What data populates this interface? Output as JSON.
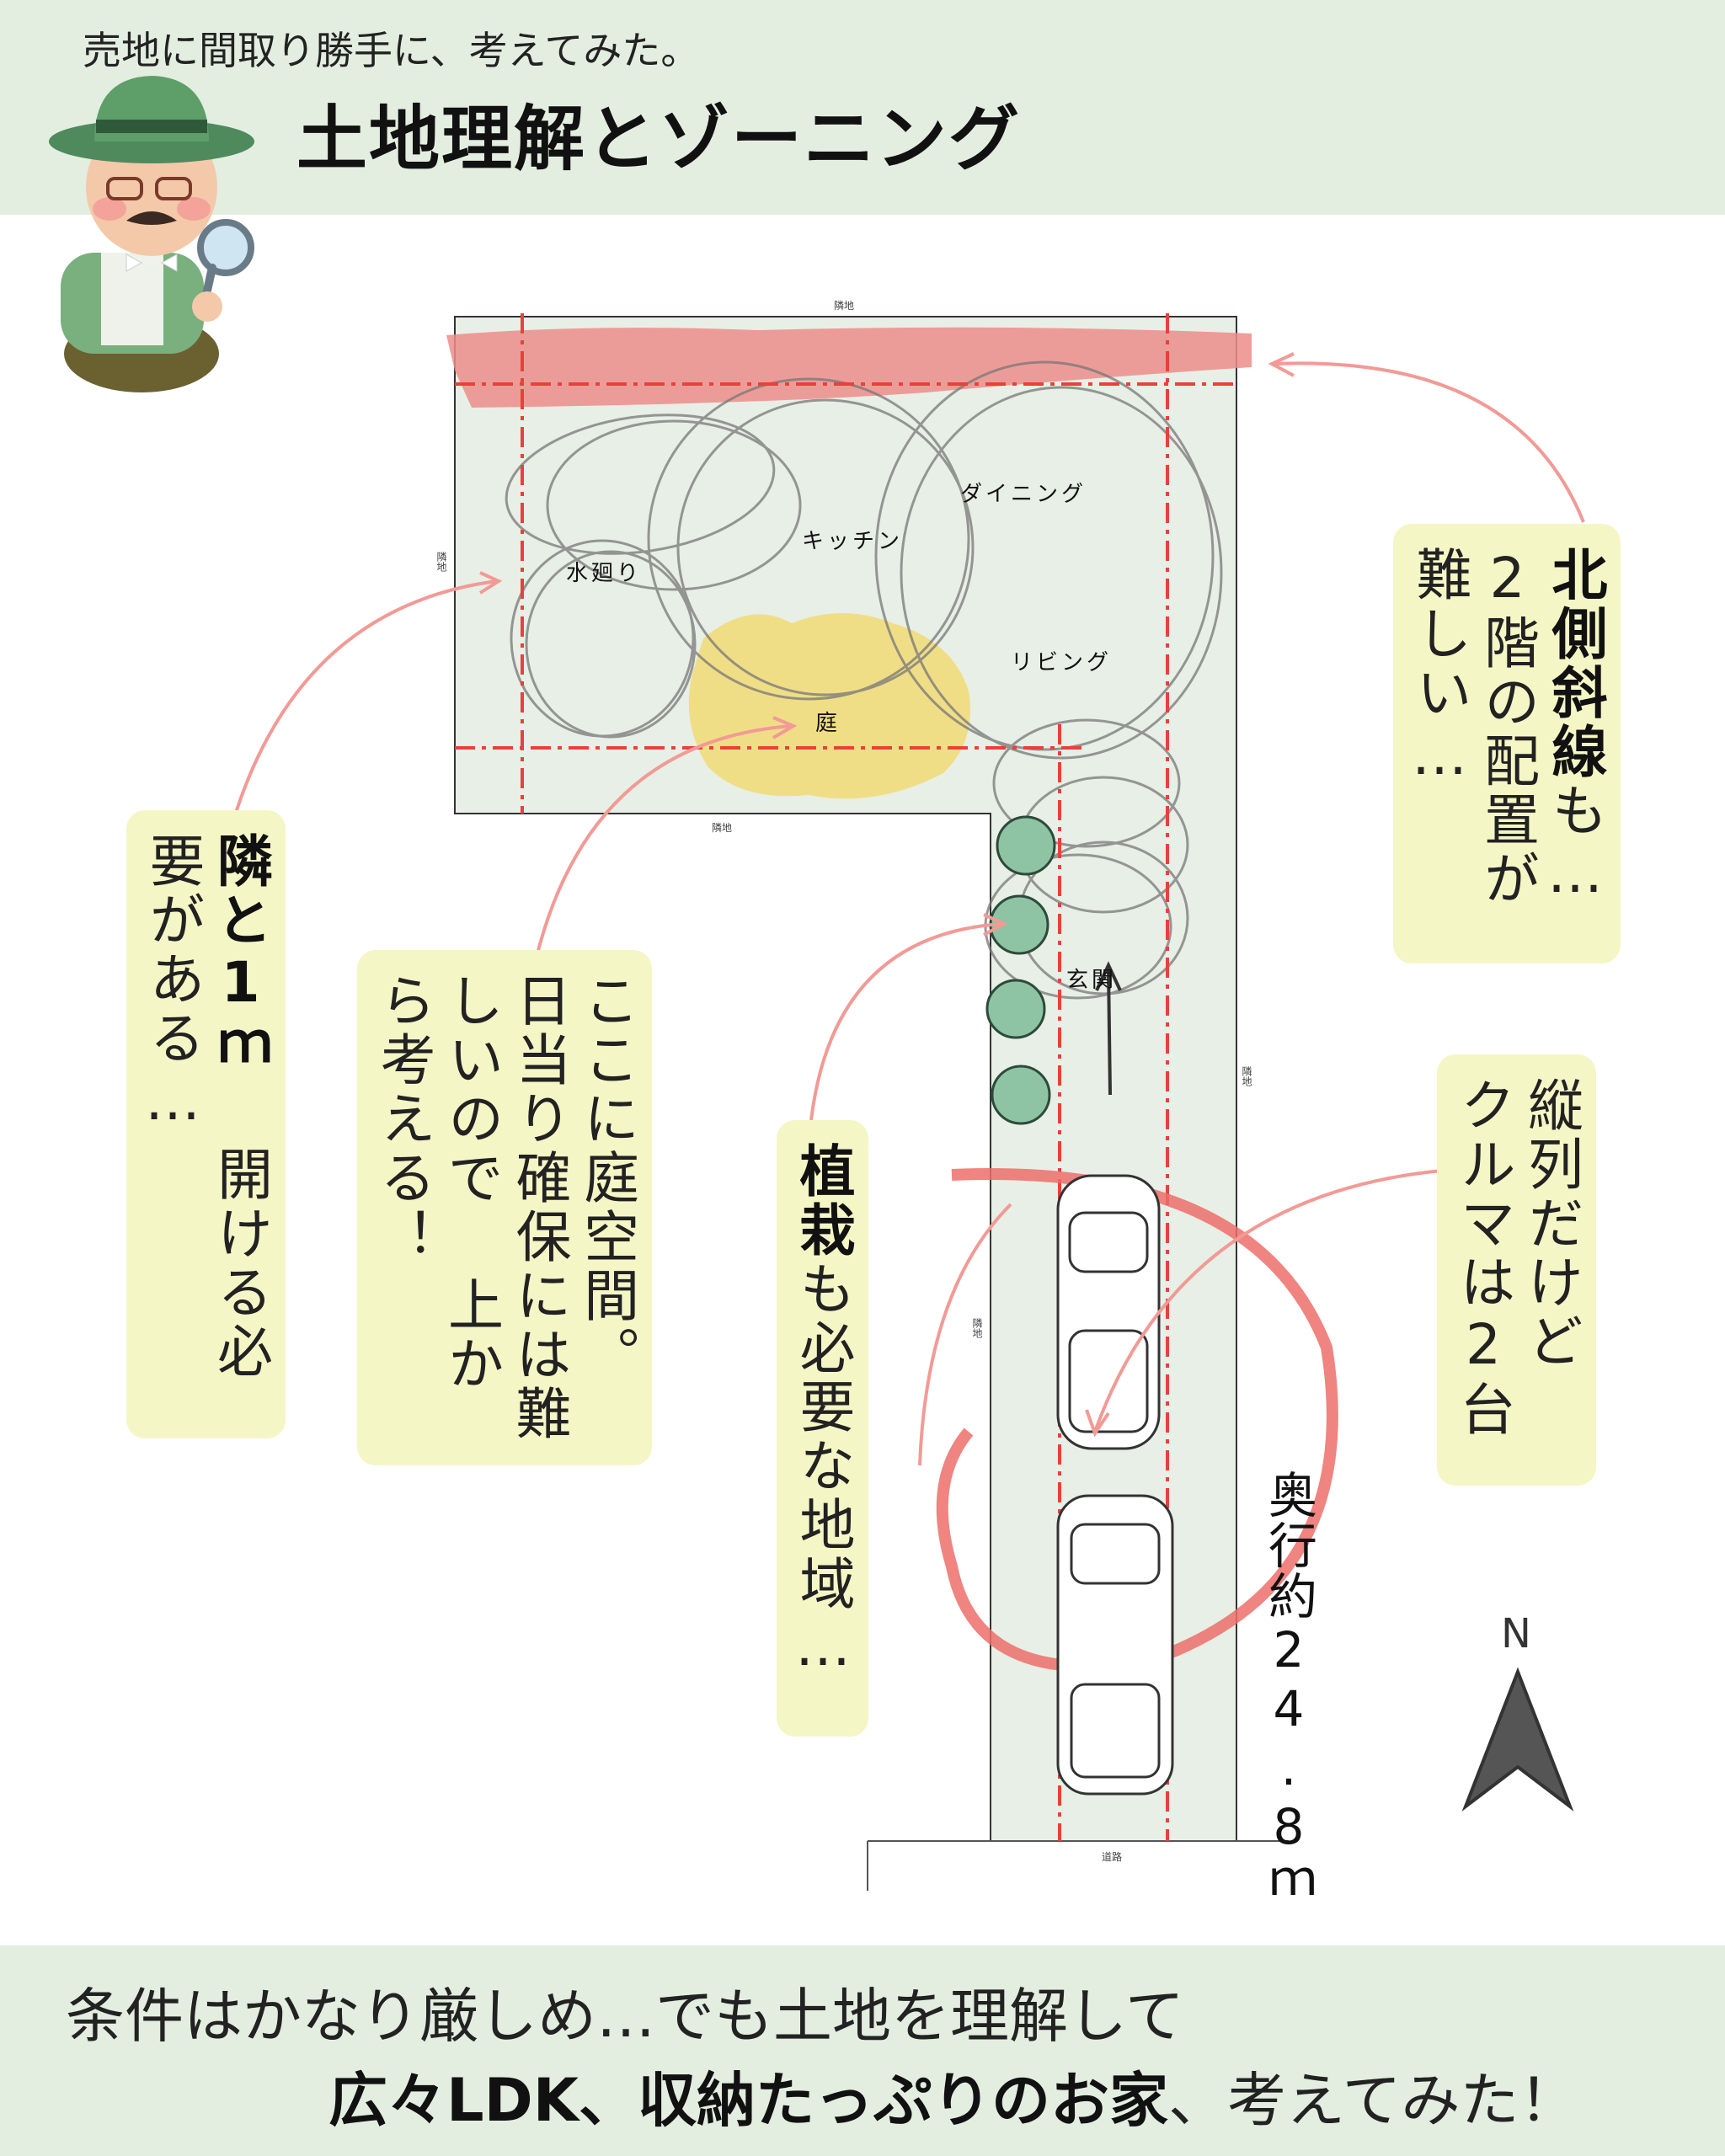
{
  "header": {
    "subtitle": "売地に間取り勝手に、考えてみた。",
    "title": "土地理解とゾーニング"
  },
  "plan": {
    "edge_labels": {
      "top": "隣地",
      "left": "隣地",
      "bottom_left": "隣地",
      "right": "隣地",
      "inner_left": "隣地",
      "road": "道路"
    },
    "zones": {
      "water": "水廻り",
      "kitchen": "キッチン",
      "dining": "ダイニング",
      "living": "リビング",
      "garden": "庭",
      "entrance": "玄関"
    },
    "depth_label": "奥行約24.8ｍ",
    "north_label": "N"
  },
  "notes": {
    "neighbor_gap": {
      "bold": "隣と1ｍ",
      "rest": "開ける必要がある…"
    },
    "garden_space": {
      "line1": "ここに庭空間。",
      "line2": "日当り確保には難しいので",
      "line3": "上から考える！"
    },
    "planting": {
      "bold": "植栽",
      "rest": "も必要な地域…"
    },
    "north_slope": {
      "bold": "北側斜線",
      "rest": "も…",
      "line2": "2階の配置が",
      "line3": "難しい…"
    },
    "parking": {
      "line1": "縦列だけど",
      "line2": "クルマは2台"
    }
  },
  "footer": {
    "line1": "条件はかなり厳しめ…でも土地を理解して",
    "line2_bold": "広々LDK、収納たっぷりのお家",
    "line2_rest": "、考えてみた！"
  },
  "colors": {
    "band_bg": "#e3eee0",
    "note_bg": "#f5f6c6",
    "plan_fill": "#e8efe6",
    "setback_red": "#e8413a",
    "north_band": "#ec8d8a",
    "garden_yellow": "#f1dc7c",
    "shrub_green": "#8ec4a4",
    "arrow_pink": "#f29a96"
  }
}
